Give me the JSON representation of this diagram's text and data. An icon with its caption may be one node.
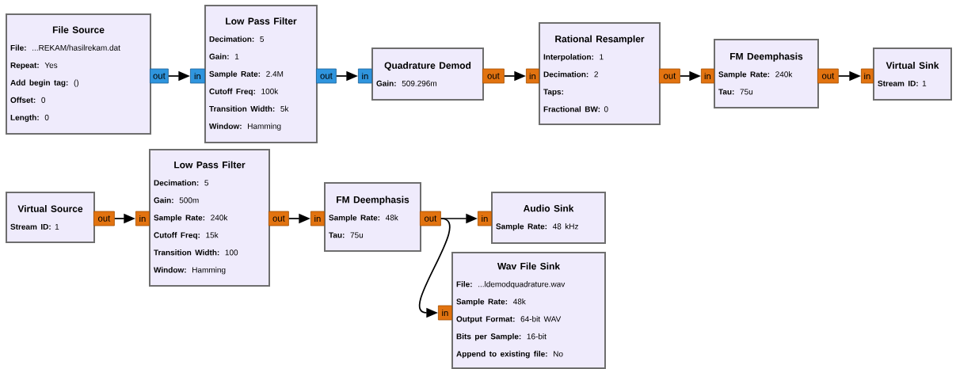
{
  "diagram": {
    "nodes": [
      {
        "text": [
          "File Source",
          "**File:** ...REKAM/hasilrekam.dat",
          "**Repeat:** Yes",
          "**Add begin tag:** ()",
          "**Offset:** 0",
          "**Length:** 0"
        ]
      },
      {
        "text": [
          "out"
        ]
      },
      {
        "text": [
          "Low Pass Filter",
          "**Decimation:** 5",
          "**Gain:** 1",
          "**Sample Rate:** 2.4M",
          "**Cutoff Freq:** 100k",
          "**Transition Width:** 5k",
          "**Window:** Hamming"
        ]
      },
      {
        "text": [
          "in"
        ]
      },
      {
        "text": [
          "out"
        ]
      },
      {
        "text": [
          "Quadrature Demod",
          "**Gain:** 509.296m"
        ]
      },
      {
        "text": [
          "in"
        ]
      },
      {
        "text": [
          "out"
        ]
      },
      {
        "text": [
          "Rational Resampler",
          "**Interpolation:** 1",
          "**Decimation:** 2",
          "**Taps:**",
          "**Fractional BW:** 0"
        ]
      },
      {
        "text": [
          "in"
        ]
      },
      {
        "text": [
          "out"
        ]
      },
      {
        "text": [
          "FM Deemphasis",
          "**Sample Rate:** 240k",
          "**Tau:** 75u"
        ]
      },
      {
        "text": [
          "in"
        ]
      },
      {
        "text": [
          "out"
        ]
      },
      {
        "text": [
          "Virtual Sink",
          "**Stream ID:** 1"
        ]
      },
      {
        "text": [
          "in"
        ]
      },
      {
        "text": [
          "Virtual Source",
          "**Stream ID:** 1"
        ]
      },
      {
        "text": [
          "out"
        ]
      },
      {
        "text": [
          "Low Pass Filter",
          "**Decimation:** 5",
          "**Gain:** 500m",
          "**Sample Rate:** 240k",
          "**Cutoff Freq:** 15k",
          "**Transition Width:** 100",
          "**Window:** Hamming"
        ]
      },
      {
        "text": [
          "in"
        ]
      },
      {
        "text": [
          "out"
        ]
      },
      {
        "text": [
          "FM Deemphasis",
          "**Sample Rate:** 48k",
          "**Tau:** 75u"
        ]
      },
      {
        "text": [
          "in"
        ]
      },
      {
        "text": [
          "out"
        ]
      },
      {
        "text": [
          "Audio Sink",
          "**Sample Rate:** 48 kHz"
        ]
      },
      {
        "text": [
          "in"
        ]
      },
      {
        "text": [
          "Wav File Sink",
          "**File:** ...ldemodquadrature.wav",
          "**Sample Rate:** 48k",
          "**Output Format:** 64-bit WAV",
          "**Bits per Sample:** 16-bit",
          "**Append to existing file:** No"
        ]
      },
      {
        "text": [
          "in"
        ]
      }
    ],
    "edges": [
      {
        "from": 1,
        "to": 3,
        "arrow": "to"
      },
      {
        "from": 4,
        "to": 6,
        "arrow": "to"
      },
      {
        "from": 7,
        "to": 9,
        "arrow": "to"
      },
      {
        "from": 10,
        "to": 12,
        "arrow": "to"
      },
      {
        "from": 13,
        "to": 15,
        "arrow": "to"
      },
      {
        "from": 17,
        "to": 19,
        "arrow": "to"
      },
      {
        "from": 20,
        "to": 22,
        "arrow": "to"
      },
      {
        "from": 23,
        "to": 25,
        "arrow": "to"
      },
      {
        "from": 23,
        "to": 27,
        "arrow": "to"
      }
    ]
  }
}
